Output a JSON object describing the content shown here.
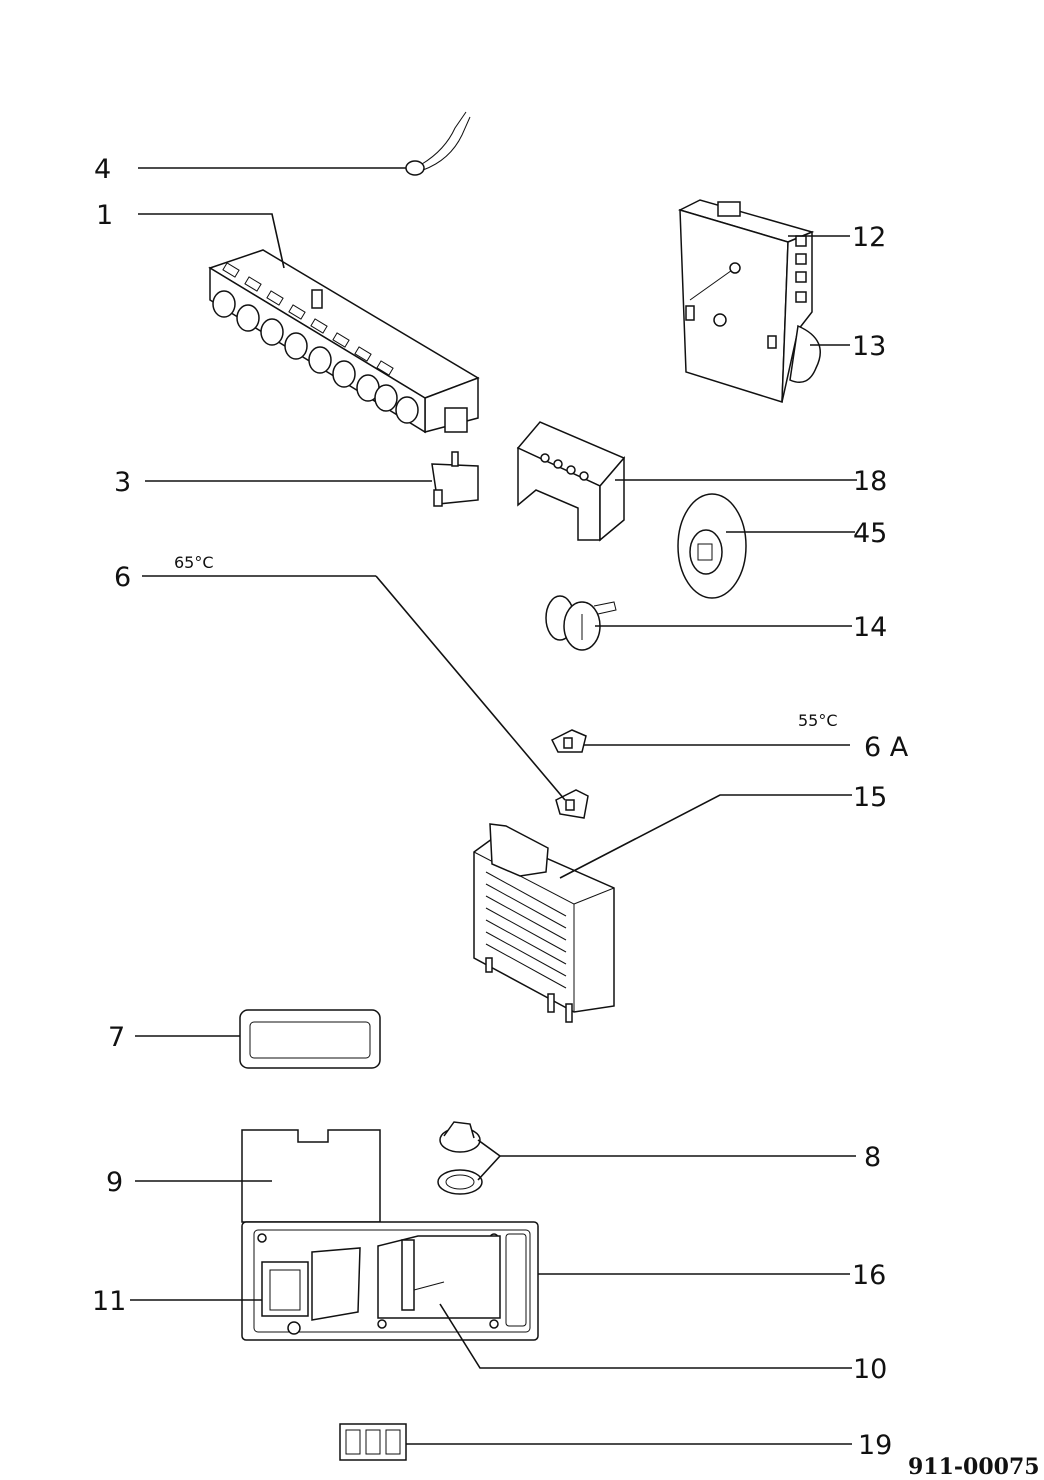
{
  "diagram": {
    "document_number": "911-00075",
    "temperatures": {
      "t65": "65°C",
      "t55": "55°C"
    },
    "callouts": {
      "c4": "4",
      "c1": "1",
      "c12": "12",
      "c13": "13",
      "c3": "3",
      "c18": "18",
      "c45": "45",
      "c6": "6",
      "c14": "14",
      "c6a": "6 A",
      "c15": "15",
      "c7": "7",
      "c8": "8",
      "c9": "9",
      "c16": "16",
      "c11": "11",
      "c10": "10",
      "c19": "19"
    }
  }
}
